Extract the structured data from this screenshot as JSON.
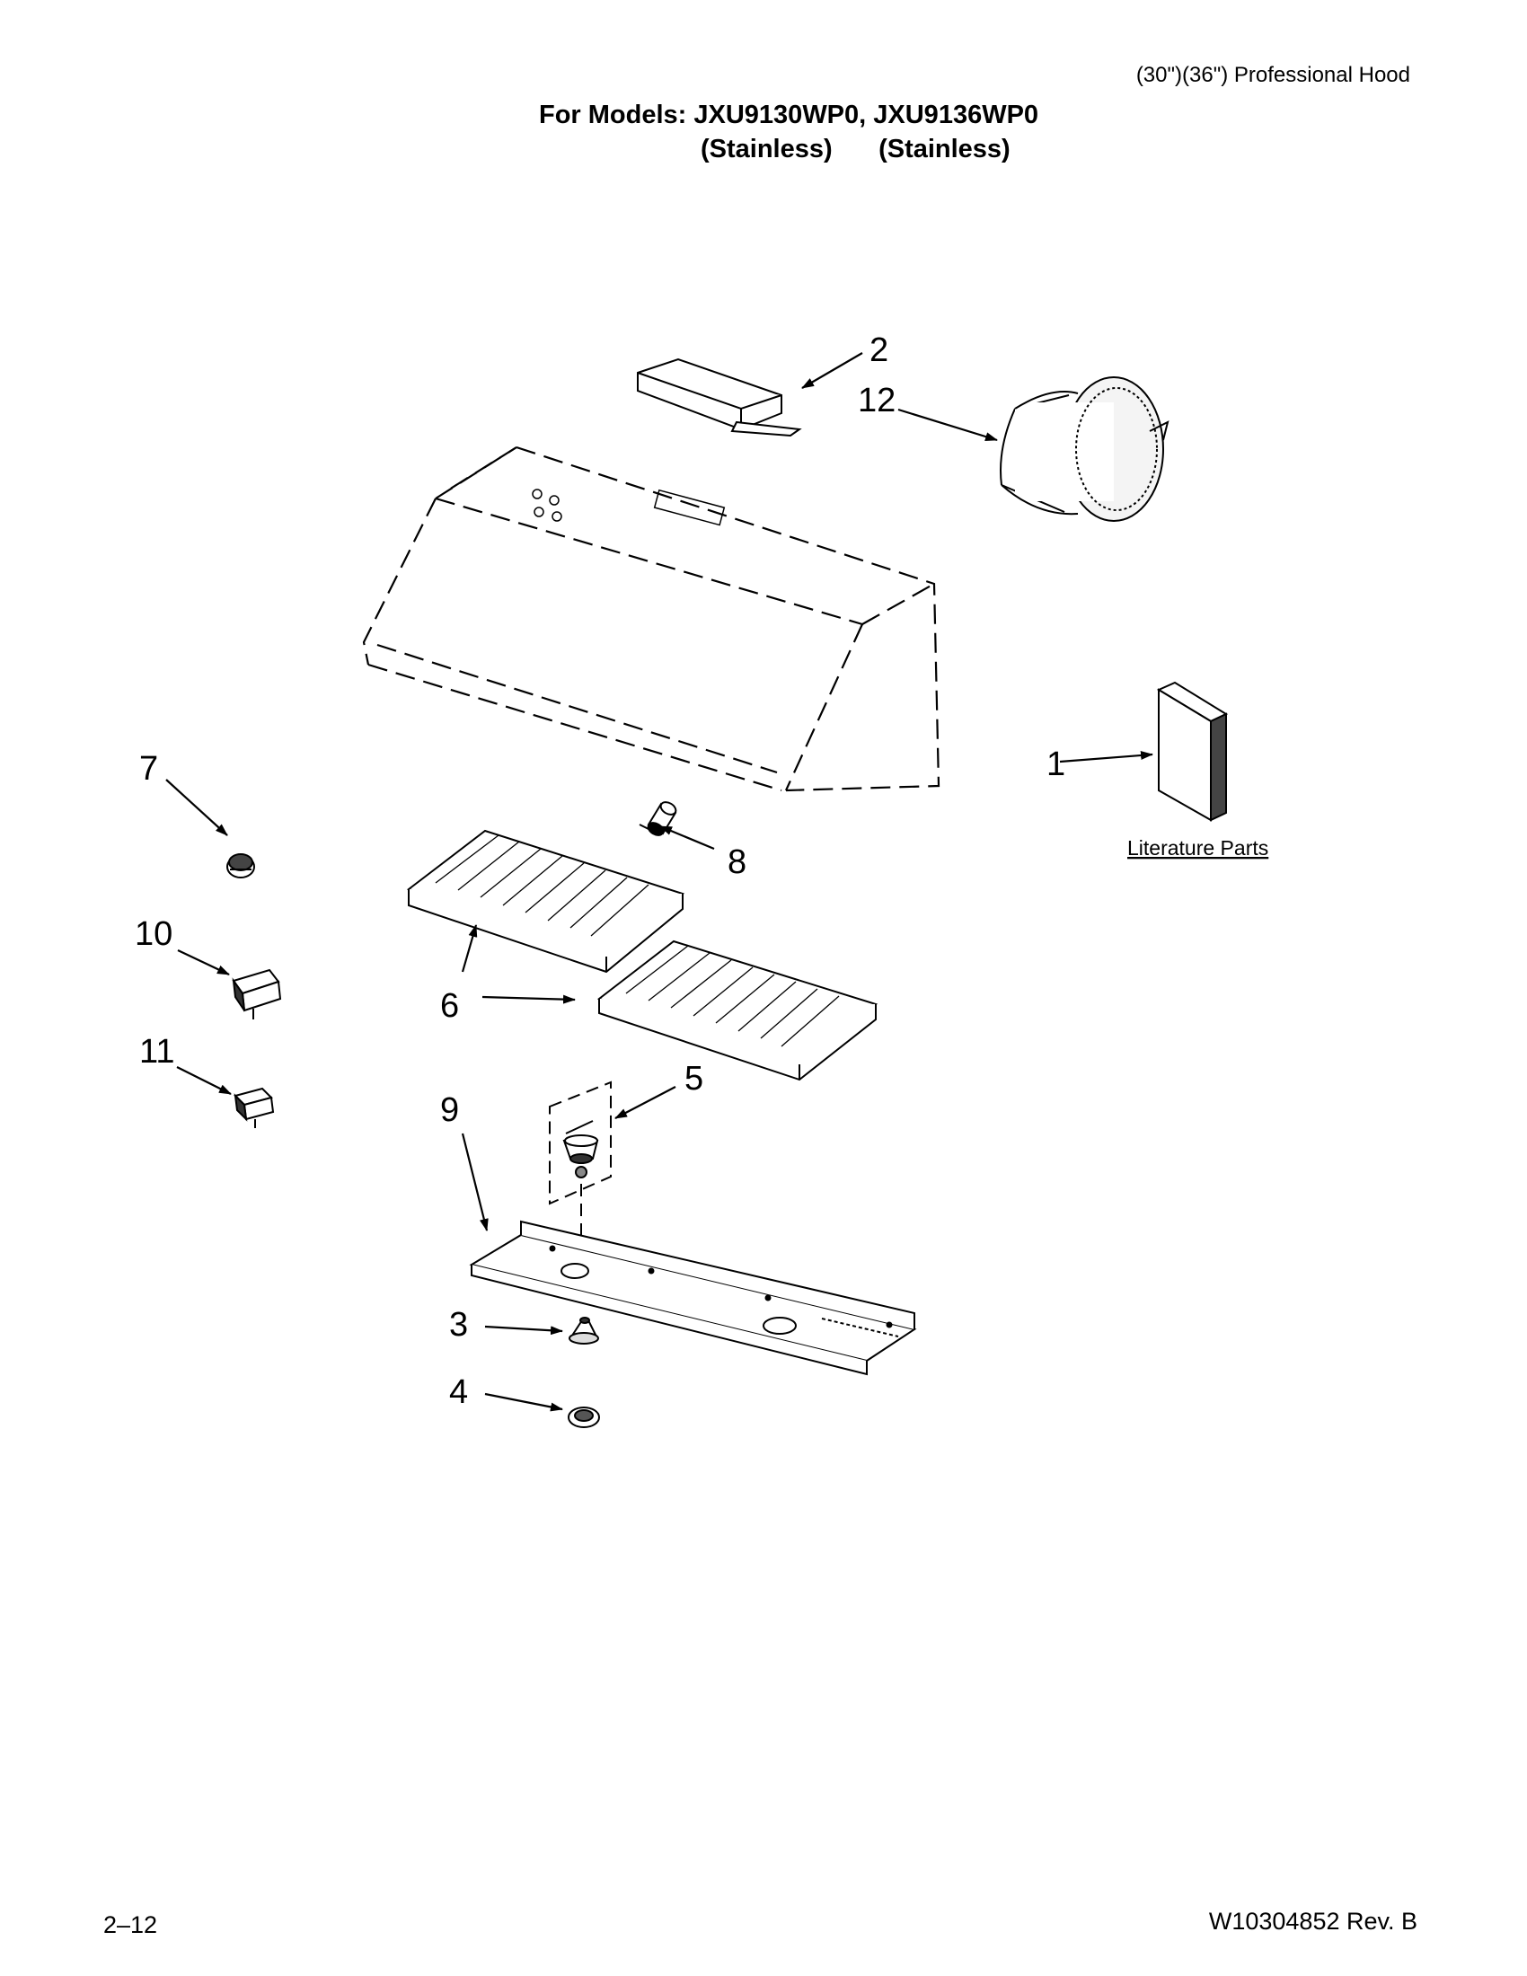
{
  "header": {
    "product": "(30\")(36\") Professional Hood",
    "models_line": "For Models: JXU9130WP0, JXU9136WP0",
    "finish_1": "(Stainless)",
    "finish_2": "(Stainless)"
  },
  "callouts": {
    "c1": "1",
    "c2": "2",
    "c3": "3",
    "c4": "4",
    "c5": "5",
    "c6": "6",
    "c7": "7",
    "c8": "8",
    "c9": "9",
    "c10": "10",
    "c11": "11",
    "c12": "12"
  },
  "literature_label": "Literature Parts",
  "footer": {
    "page": "2–12",
    "doc_number": "W10304852 Rev. B"
  }
}
